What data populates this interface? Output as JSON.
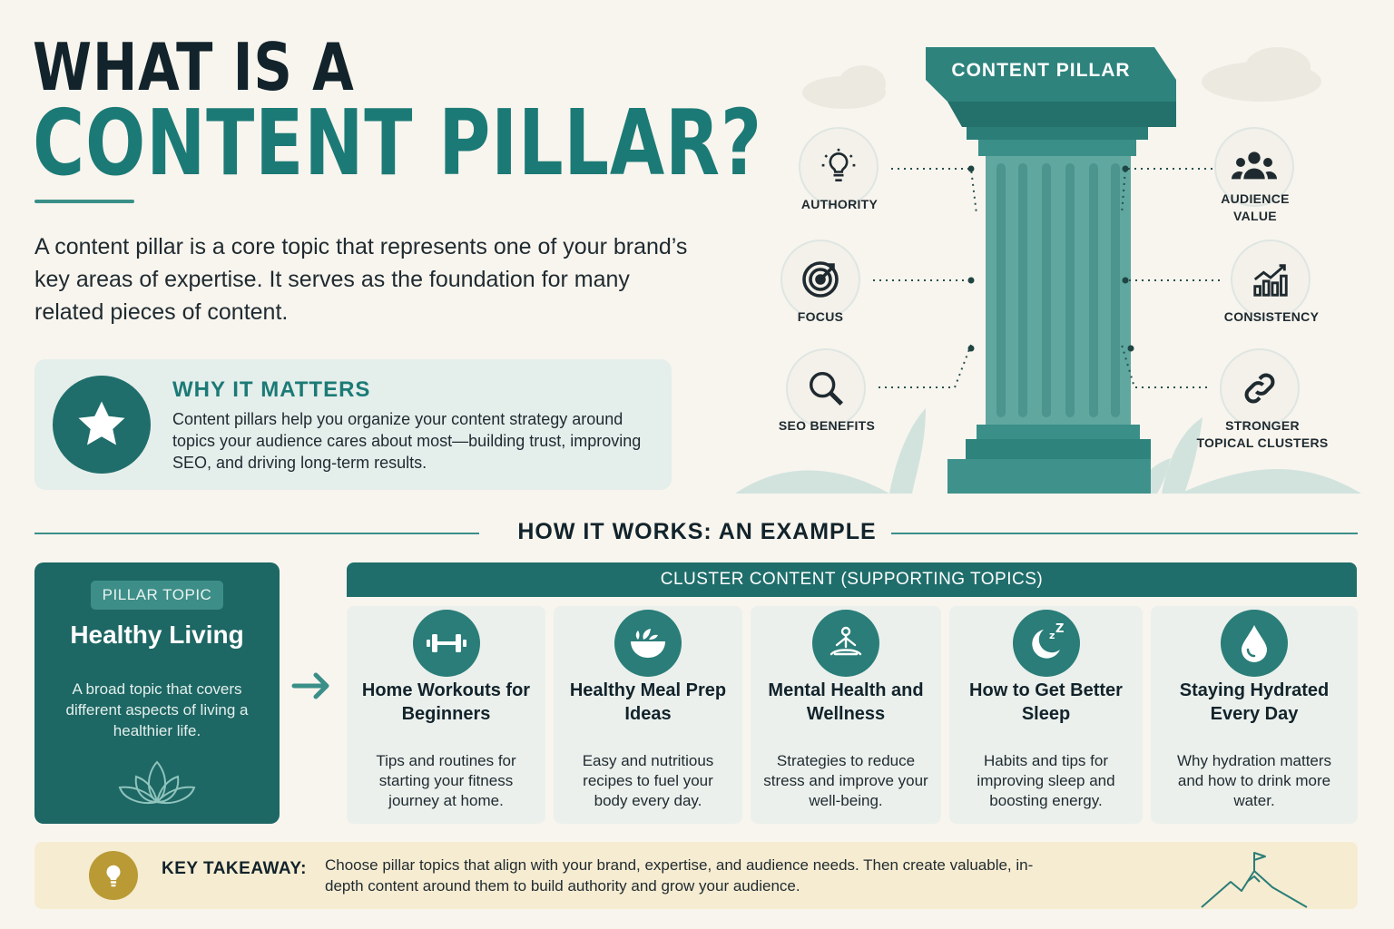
{
  "title": {
    "line1": "WHAT IS A",
    "line2": "CONTENT PILLAR?"
  },
  "intro": "A content pillar is a core topic that represents one of your brand’s key areas of expertise. It serves as the foundation for many related pieces of content.",
  "why": {
    "heading": "WHY IT MATTERS",
    "text": "Content pillars help you organize your content strategy around topics your audience cares about most—building trust, improving SEO, and driving long-term results.",
    "icon": "star-icon"
  },
  "pillar_graphic": {
    "cap_label": "CONTENT PILLAR",
    "left": [
      {
        "label": "AUTHORITY",
        "icon": "lightbulb-icon"
      },
      {
        "label": "FOCUS",
        "icon": "target-icon"
      },
      {
        "label": "SEO BENEFITS",
        "icon": "magnifier-icon"
      }
    ],
    "right": [
      {
        "label": "AUDIENCE\nVALUE",
        "icon": "people-icon"
      },
      {
        "label": "CONSISTENCY",
        "icon": "growth-chart-icon"
      },
      {
        "label": "STRONGER\nTOPICAL CLUSTERS",
        "icon": "link-icon"
      }
    ]
  },
  "how_it_works": {
    "title": "HOW IT WORKS: AN EXAMPLE",
    "pillar": {
      "badge": "PILLAR TOPIC",
      "name": "Healthy Living",
      "description": "A broad topic that covers different aspects of living a healthier life.",
      "icon": "lotus-icon"
    },
    "cluster_header": "CLUSTER CONTENT (SUPPORTING TOPICS)",
    "clusters": [
      {
        "title": "Home Workouts for Beginners",
        "text": "Tips and routines for starting your fitness journey at home.",
        "icon": "dumbbell-icon"
      },
      {
        "title": "Healthy Meal Prep Ideas",
        "text": "Easy and nutritious recipes to fuel your body every day.",
        "icon": "salad-bowl-icon"
      },
      {
        "title": "Mental Health and Wellness",
        "text": "Strategies to reduce stress and improve your well-being.",
        "icon": "meditation-icon"
      },
      {
        "title": "How to Get Better Sleep",
        "text": "Habits and tips for improving sleep and boosting energy.",
        "icon": "moon-sleep-icon"
      },
      {
        "title": "Staying Hydrated Every Day",
        "text": "Why hydration matters and how to drink more water.",
        "icon": "water-drop-icon"
      }
    ]
  },
  "takeaway": {
    "label": "KEY TAKEAWAY:",
    "text": "Choose pillar topics that align with your brand, expertise, and audience needs. Then create valuable, in-depth content around them to build authority and grow your audience.",
    "icon": "lightbulb-icon"
  },
  "colors": {
    "teal_dark": "#1d6764",
    "teal": "#2a7d78",
    "teal_light": "#5fa79f",
    "background": "#f8f5ee",
    "takeaway_bg": "#f6ecd1",
    "gold": "#b99a35"
  }
}
